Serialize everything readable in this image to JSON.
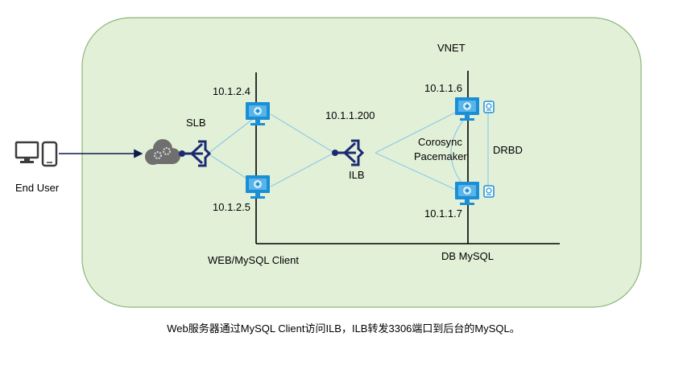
{
  "diagram": {
    "vnet_label": "VNET",
    "end_user_label": "End User",
    "slb_label": "SLB",
    "ilb_label": "ILB",
    "ilb_ip": "10.1.1.200",
    "web_ip_1": "10.1.2.4",
    "web_ip_2": "10.1.2.5",
    "db_ip_1": "10.1.1.6",
    "db_ip_2": "10.1.1.7",
    "corosync_label": "Corosync",
    "pacemaker_label": "Pacemaker",
    "drbd_label": "DRBD",
    "web_subnet_label": "WEB/MySQL Client",
    "db_subnet_label": "DB MySQL"
  },
  "caption": "Web服务器通过MySQL Client访问ILB，ILB转发3306端口到后台的MySQL。",
  "colors": {
    "vnet_fill": "#e3f0d8",
    "vnet_stroke": "#8ab679",
    "azure_blue": "#1a8fd6",
    "lb_navy": "#1c2a72",
    "link_line": "#8fcbe3",
    "arrow_dark": "#0b1a4a",
    "subnet_line": "#000000"
  },
  "icons": [
    "desktop-monitor-icon",
    "mobile-phone-icon",
    "cloud-gears-icon",
    "load-balancer-icon",
    "virtual-machine-icon",
    "disk-icon"
  ]
}
